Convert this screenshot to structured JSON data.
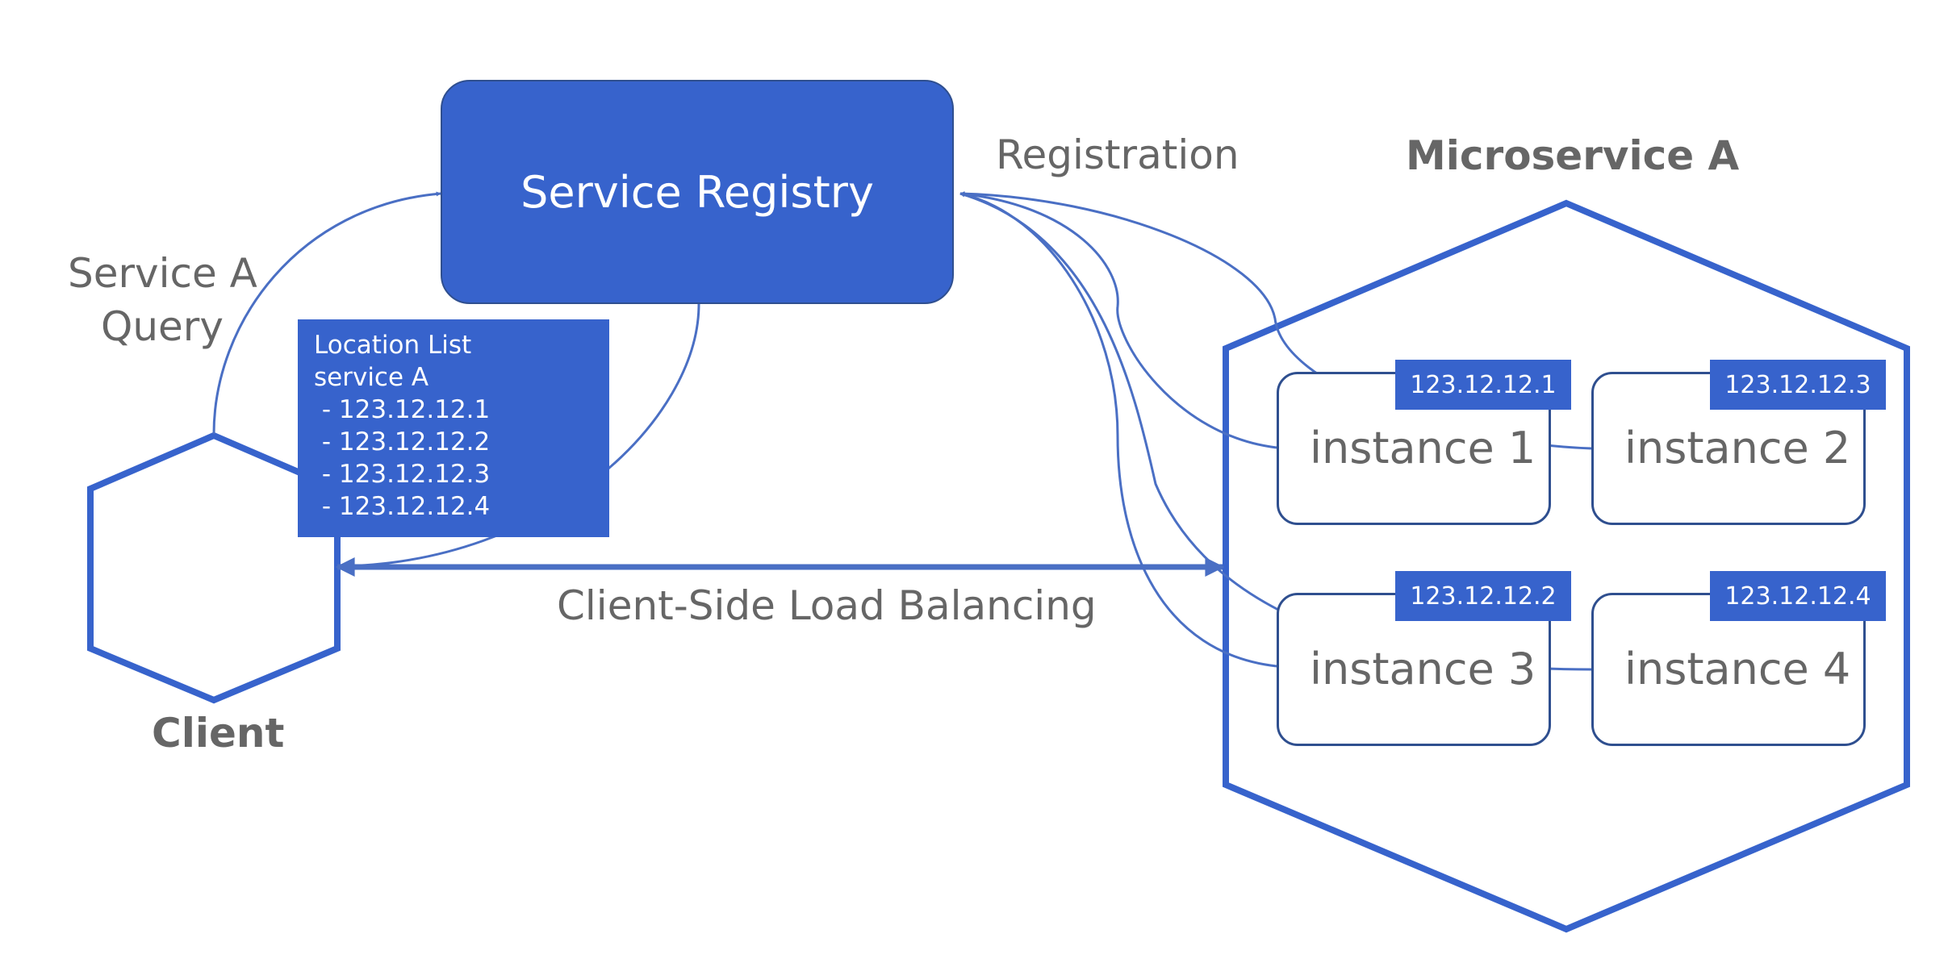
{
  "colors": {
    "primary_blue": "#3763cc",
    "dark_outline": "#2f4f8f",
    "connector_blue": "#4a6fc4",
    "label_gray": "#666666",
    "white": "#ffffff"
  },
  "registry": {
    "label": "Service Registry"
  },
  "labels": {
    "query_line1": "Service A",
    "query_line2": "Query",
    "registration": "Registration",
    "load_balancing": "Client-Side Load Balancing",
    "client": "Client",
    "microservice": "Microservice A"
  },
  "location_list": {
    "title": "Location List",
    "subtitle": "service A",
    "items": [
      " - 123.12.12.1",
      " - 123.12.12.2",
      " - 123.12.12.3",
      " - 123.12.12.4"
    ]
  },
  "instances": [
    {
      "label": "instance 1",
      "ip": "123.12.12.1"
    },
    {
      "label": "instance 2",
      "ip": "123.12.12.3"
    },
    {
      "label": "instance 3",
      "ip": "123.12.12.2"
    },
    {
      "label": "instance 4",
      "ip": "123.12.12.4"
    }
  ]
}
